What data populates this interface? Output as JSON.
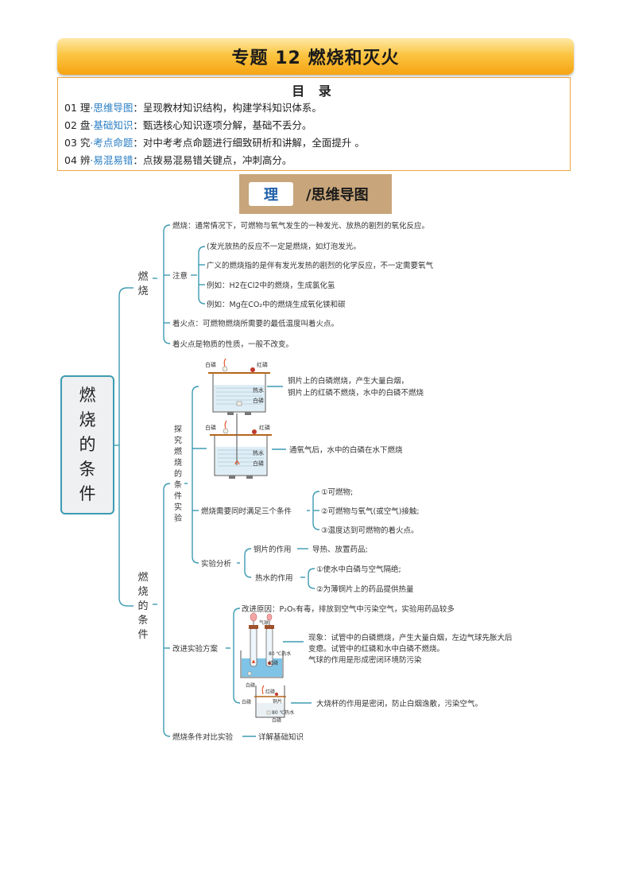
{
  "header": {
    "title": "专题 12    燃烧和灭火"
  },
  "toc": {
    "title": "目 录",
    "items": [
      {
        "num": "01",
        "word": "理",
        "key": "·思维导图",
        "desc": "：呈现教材知识结构，构建学科知识体系。"
      },
      {
        "num": "02",
        "word": "盘",
        "key": "·基础知识",
        "desc": "：甄选核心知识逐项分解，基础不丢分。"
      },
      {
        "num": "03",
        "word": "究",
        "key": "·考点命题",
        "desc": "：对中考考点命题进行细致研析和讲解，全面提升 。"
      },
      {
        "num": "04",
        "word": "辨",
        "key": "·易混易错",
        "desc": "：点拨易混易错关键点，冲刺高分。"
      }
    ]
  },
  "section": {
    "chip": "理",
    "label": "/思维导图"
  },
  "mindmap": {
    "root": [
      "燃",
      "烧",
      "的",
      "条",
      "件"
    ],
    "combustion": {
      "label": [
        "燃",
        "烧"
      ],
      "definition": "燃烧：通常情况下，可燃物与氧气发生的一种发光、放热的剧烈的氧化反应。",
      "note_label": "注意",
      "notes": [
        "(发光放热的反应不一定是燃烧，如灯泡发光。",
        "广义的燃烧指的是伴有发光发热的剧烈的化学反应，不一定需要氧气",
        "例如：H2在Cl2中的燃烧，生成氯化氢",
        "例如：Mg在CO₂中的燃烧生成氧化镁和碳"
      ],
      "ignition": "着火点：可燃物燃烧所需要的最低温度叫着火点。",
      "ignition_note": "着火点是物质的性质，一般不改变。"
    },
    "conditions": {
      "label": [
        "燃",
        "烧",
        "的",
        "条",
        "件"
      ],
      "explore_label": [
        "探",
        "究",
        "燃",
        "烧",
        "的",
        "条",
        "件",
        "实",
        "验"
      ],
      "fig1": {
        "left": "白磷",
        "right": "红磷",
        "water": "热水",
        "bottom": "白磷"
      },
      "fig1_text": [
        "铜片上的白磷燃烧，产生大量白烟，",
        "铜片上的红磷不燃烧，水中的白磷不燃烧"
      ],
      "fig2": {
        "left": "白磷",
        "right": "红磷",
        "water": "热水",
        "bottom": "白磷"
      },
      "fig2_text": "通氧气后，水中的白磷在水下燃烧",
      "three_label": "燃烧需要同时满足三个条件",
      "three": [
        "①可燃物;",
        "②可燃物与氧气(或空气)接触;",
        "③温度达到可燃物的着火点。"
      ],
      "analysis_label": "实验分析",
      "copper_label": "铜片的作用",
      "copper_text": "导热、放置药品;",
      "water_label": "热水的作用",
      "water_items": [
        "①使水中白磷与空气隔绝;",
        "②为薄铜片上的药品提供热量"
      ],
      "improve_label": "改进实验方案",
      "improve_reason": "改进原因：P₂O₅有毒，排放到空气中污染空气，实验用药品较多",
      "fig3": {
        "balloon": "气球",
        "water": "80 ℃热水",
        "red": "红磷",
        "white": "白磷"
      },
      "fig3_text": [
        "现象：试管中的白磷燃烧，产生大量白烟，左边气球先胀大后",
        "变瘪。试管中的红磷和水中白磷不燃烧。",
        "气球的作用是形成密闭环境防污染"
      ],
      "fig4": {
        "red": "红磷",
        "copper": "铜片",
        "white": "白磷",
        "water": "80 ℃热水",
        "white2": "白磷"
      },
      "fig4_text": "大烧杯的作用是密闭，防止白烟逸散，污染空气。",
      "compare_label": "燃烧条件对比实验",
      "compare_text": "详解基础知识"
    }
  }
}
